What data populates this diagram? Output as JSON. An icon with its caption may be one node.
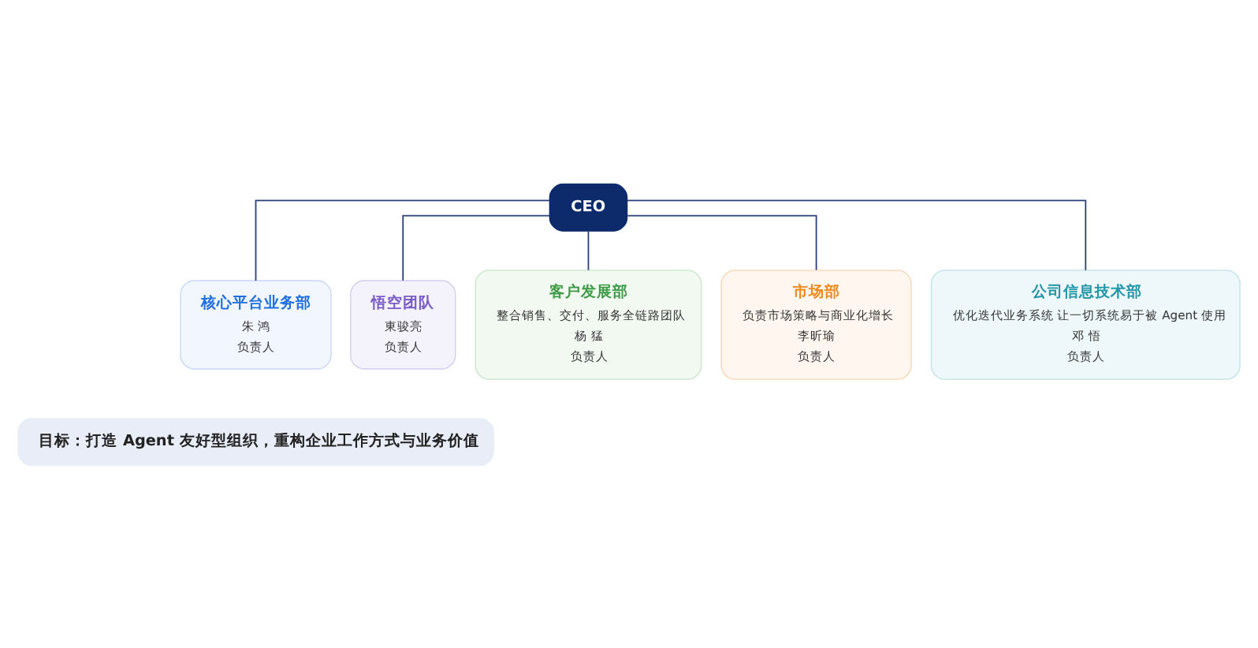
{
  "diagram": {
    "nodes": [
      {
        "text": [
          "CEO"
        ]
      },
      {
        "text": [
          "核心平台业务部",
          "朱 鸿",
          "负责人"
        ]
      },
      {
        "text": [
          "悟空团队",
          "東骏亮",
          "负责人"
        ]
      },
      {
        "text": [
          "客户发展部",
          "整合销售、交付、服务全链路团队",
          "杨 猛",
          "负责人"
        ]
      },
      {
        "text": [
          "市场部",
          "负责市场策略与商业化增长",
          "李昕瑜",
          "负责人"
        ]
      },
      {
        "text": [
          "公司信息技术部",
          "优化迭代业务系统 让一切系统易于被 Agent 使用",
          "邓 悟",
          "负责人"
        ]
      },
      {
        "text": [
          "目标：打造 Agent 友好型组织，重构企业工作方式与业务价值"
        ]
      }
    ],
    "edges": [
      {
        "from": 0,
        "to": 1,
        "arrow": "none"
      },
      {
        "from": 0,
        "to": 2,
        "arrow": "none"
      },
      {
        "from": 0,
        "to": 3,
        "arrow": "none"
      },
      {
        "from": 0,
        "to": 4,
        "arrow": "none"
      },
      {
        "from": 0,
        "to": 5,
        "arrow": "none"
      }
    ]
  }
}
